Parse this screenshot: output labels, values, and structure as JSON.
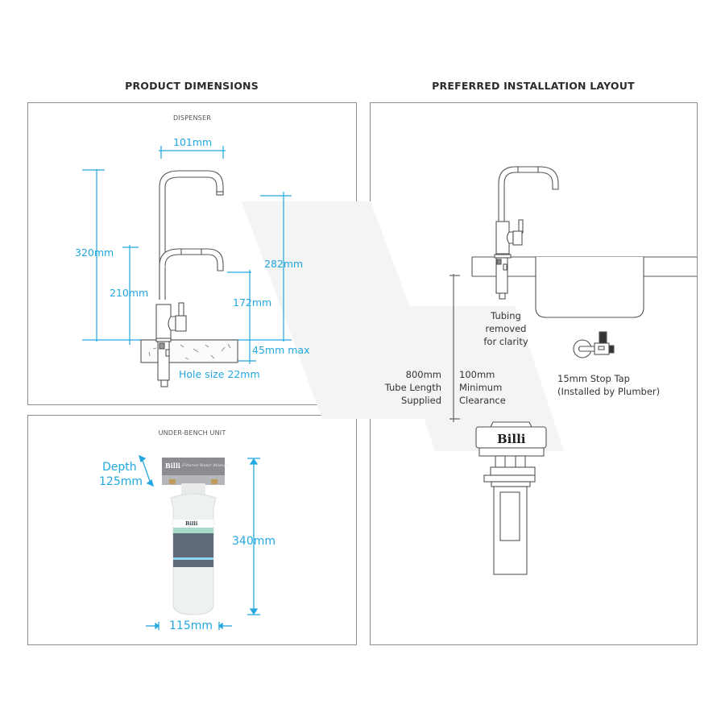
{
  "headings": {
    "product_dimensions": "PRODUCT DIMENSIONS",
    "installation_layout": "PREFERRED INSTALLATION LAYOUT"
  },
  "dispenser": {
    "label": "DISPENSER",
    "width": "101mm",
    "total_height": "320mm",
    "spout_height": "210mm",
    "upper_spout_clearance": "282mm",
    "lower_spout_clearance": "172mm",
    "bench_thickness": "45mm max",
    "hole_size": "Hole size 22mm"
  },
  "under_bench": {
    "label": "UNDER-BENCH UNIT",
    "depth_label": "Depth",
    "depth_value": "125mm",
    "height": "340mm",
    "width": "115mm",
    "module_brand": "Billi",
    "module_text": "Filtered Water Module",
    "filter_brand": "Billi"
  },
  "installation": {
    "tubing_note": [
      "Tubing",
      "removed",
      "for clarity"
    ],
    "tube_length": [
      "800mm",
      "Tube Length",
      "Supplied"
    ],
    "clearance": [
      "100mm",
      "Minimum",
      "Clearance"
    ],
    "stop_tap": [
      "15mm Stop Tap",
      "(Installed by Plumber)"
    ],
    "unit_brand": "Billi"
  },
  "colors": {
    "dimension": "#23a7e0",
    "line": "#555555",
    "panel_border": "#8c8c8c",
    "heading": "#2b2b2b"
  }
}
